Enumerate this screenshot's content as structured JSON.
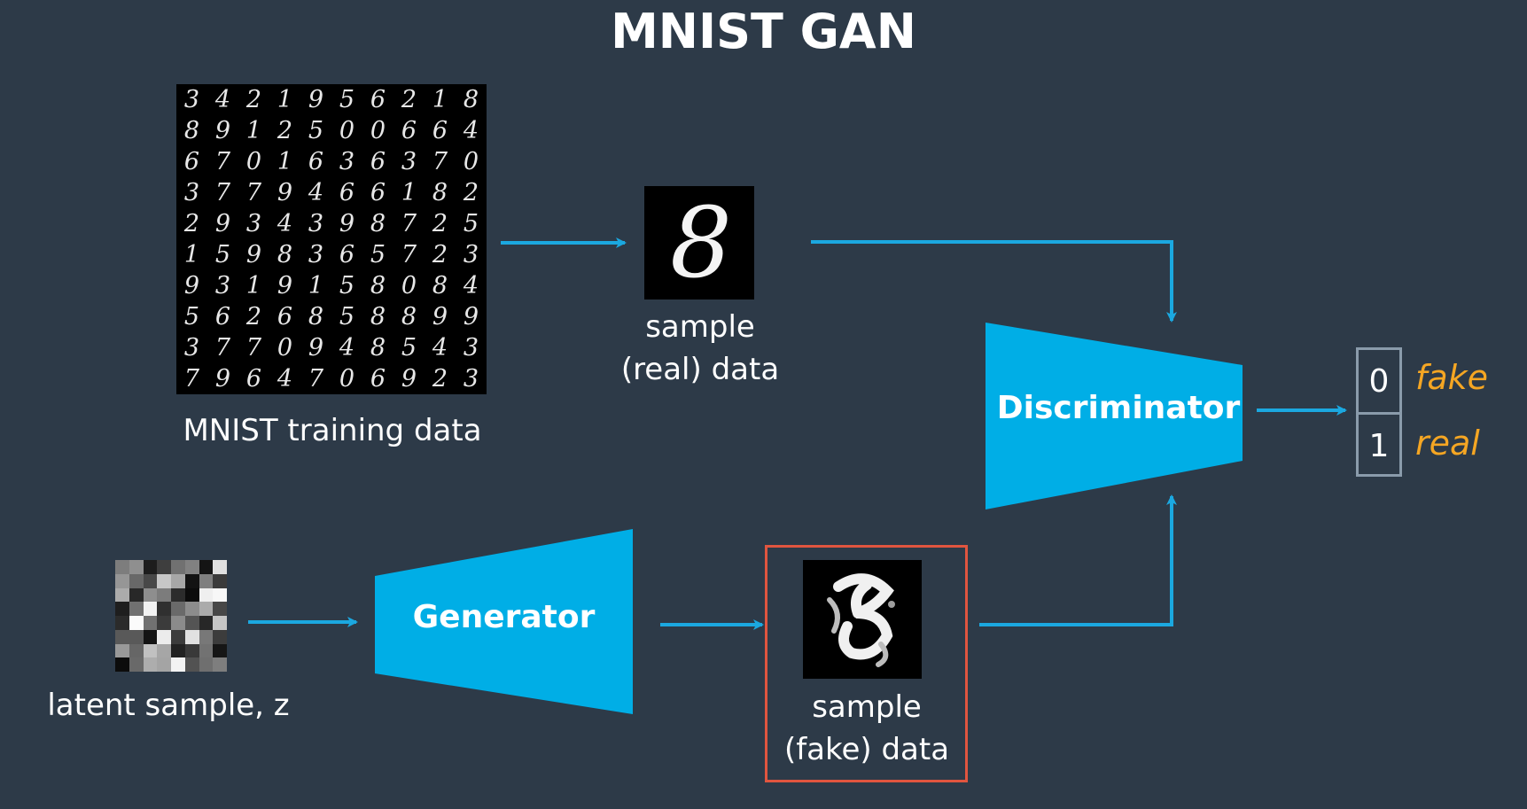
{
  "title": "MNIST GAN",
  "mnist_training_data": {
    "caption": "MNIST training data",
    "digits": [
      [
        "3",
        "4",
        "2",
        "1",
        "9",
        "5",
        "6",
        "2",
        "1",
        "8"
      ],
      [
        "8",
        "9",
        "1",
        "2",
        "5",
        "0",
        "0",
        "6",
        "6",
        "4"
      ],
      [
        "6",
        "7",
        "0",
        "1",
        "6",
        "3",
        "6",
        "3",
        "7",
        "0"
      ],
      [
        "3",
        "7",
        "7",
        "9",
        "4",
        "6",
        "6",
        "1",
        "8",
        "2"
      ],
      [
        "2",
        "9",
        "3",
        "4",
        "3",
        "9",
        "8",
        "7",
        "2",
        "5"
      ],
      [
        "1",
        "5",
        "9",
        "8",
        "3",
        "6",
        "5",
        "7",
        "2",
        "3"
      ],
      [
        "9",
        "3",
        "1",
        "9",
        "1",
        "5",
        "8",
        "0",
        "8",
        "4"
      ],
      [
        "5",
        "6",
        "2",
        "6",
        "8",
        "5",
        "8",
        "8",
        "9",
        "9"
      ],
      [
        "3",
        "7",
        "7",
        "0",
        "9",
        "4",
        "8",
        "5",
        "4",
        "3"
      ],
      [
        "7",
        "9",
        "6",
        "4",
        "7",
        "0",
        "6",
        "9",
        "2",
        "3"
      ]
    ]
  },
  "real_sample": {
    "line1": "sample",
    "line2": "(real) data",
    "digit": "8"
  },
  "fake_sample": {
    "line1": "sample",
    "line2": "(fake) data"
  },
  "latent": {
    "caption": "latent sample, z"
  },
  "generator": {
    "label": "Generator"
  },
  "discriminator": {
    "label": "Discriminator"
  },
  "output": {
    "rows": [
      {
        "value": "0",
        "label": "fake"
      },
      {
        "value": "1",
        "label": "real"
      }
    ]
  },
  "colors": {
    "background": "#2d3a48",
    "network": "#00aee6",
    "arrow": "#1ba8e0",
    "highlight_frame": "#e0553f",
    "output_label": "#f5a623",
    "output_box": "#8a9bab"
  }
}
